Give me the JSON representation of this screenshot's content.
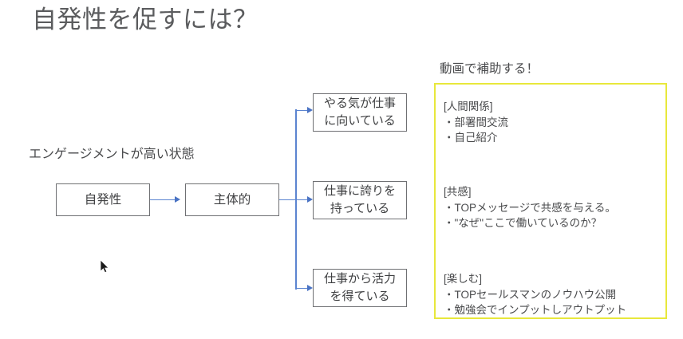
{
  "slide": {
    "title": "自発性を促すには？",
    "engagement_label": "エンゲージメントが高い状態"
  },
  "flow": {
    "boxes": [
      {
        "id": "jihatsusei",
        "label": "自発性"
      },
      {
        "id": "shutaiteki",
        "label": "主体的"
      }
    ],
    "branches": [
      {
        "label": "やる気が仕事\nに向いている"
      },
      {
        "label": "仕事に誇りを\n持っている"
      },
      {
        "label": "仕事から活力\nを得ている"
      }
    ],
    "connector_color": "#5b84d0",
    "box_border_color": "#6f7073"
  },
  "panel": {
    "heading": "動画で補助する！",
    "border_color": "#e8e83c",
    "groups": [
      {
        "title": "[人間関係]",
        "items": [
          "・部署間交流",
          "・自己紹介"
        ]
      },
      {
        "title": "[共感]",
        "items": [
          "・TOPメッセージで共感を与える。",
          "・\"なぜ\"ここで働いているのか？"
        ]
      },
      {
        "title": "[楽しむ]",
        "items": [
          "・TOPセールスマンのノウハウ公開",
          "・勉強会でインプットしアウトプット"
        ]
      }
    ]
  },
  "cursor": {
    "icon": "mouse-pointer-icon"
  }
}
